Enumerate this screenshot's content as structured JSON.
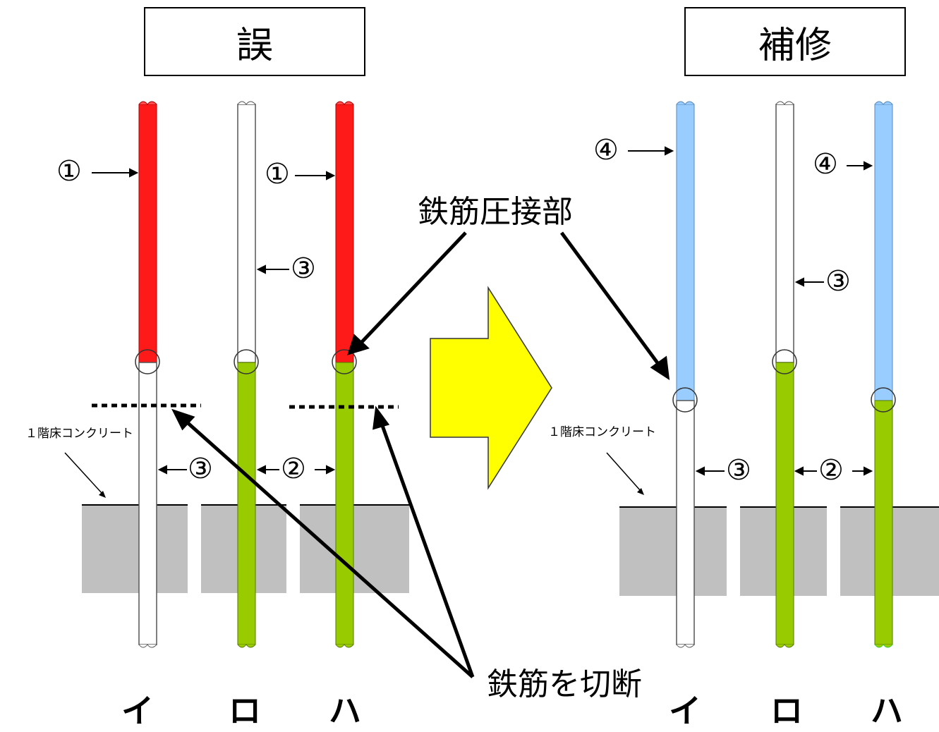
{
  "titles": {
    "left": "誤",
    "right": "補修"
  },
  "callouts": {
    "pressure_weld": "鉄筋圧接部",
    "cut_rebar": "鉄筋を切断"
  },
  "floor_label": "１階床コンクリート",
  "markers": {
    "one": "①",
    "two": "②",
    "three": "③",
    "four": "④"
  },
  "bar_labels": {
    "i": "イ",
    "ro": "ロ",
    "ha": "ハ"
  },
  "colors": {
    "red": "#ff1a1a",
    "green": "#99cc00",
    "blue": "#99ccff",
    "yellow": "#ffff00",
    "concrete": "#c0c0c0"
  }
}
